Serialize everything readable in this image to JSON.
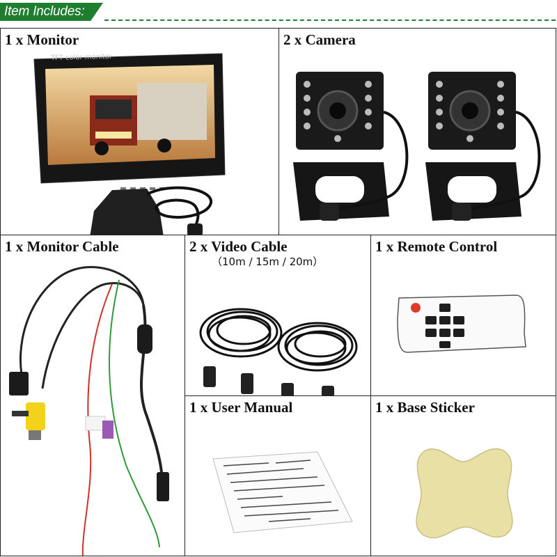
{
  "banner": {
    "label": "Item Includes:"
  },
  "items": {
    "monitor": {
      "title": "1 x Monitor",
      "screen_text": "TFT color monitor"
    },
    "camera": {
      "title": "2 x Camera"
    },
    "monitor_cable": {
      "title": "1 x Monitor Cable"
    },
    "video_cable": {
      "title": "2 x Video Cable",
      "lengths": "（10m / 15m / 20m）"
    },
    "remote": {
      "title": "1 x Remote Control"
    },
    "manual": {
      "title": "1 x User Manual"
    },
    "sticker": {
      "title": "1 x Base Sticker"
    }
  },
  "colors": {
    "banner_green": "#1e7d2f",
    "sticker_yellow": "#e9e0a6",
    "remote_red": "#e03a2c"
  }
}
